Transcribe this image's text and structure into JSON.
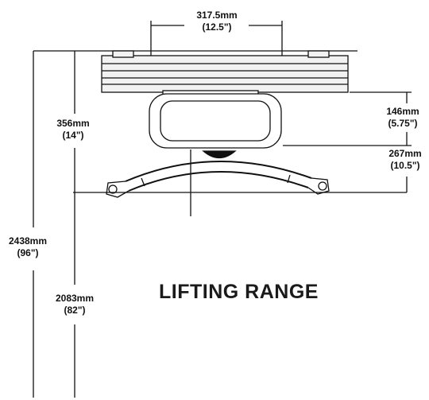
{
  "title": "LIFTING RANGE",
  "dimensions": {
    "rail_width": {
      "metric": "317.5mm",
      "imperial": "(12.5\")"
    },
    "ceiling_to_bar": {
      "metric": "356mm",
      "imperial": "(14\")"
    },
    "motor_height": {
      "metric": "146mm",
      "imperial": "(5.75\")"
    },
    "motor_to_bar": {
      "metric": "267mm",
      "imperial": "(10.5\")"
    },
    "total_height": {
      "metric": "2438mm",
      "imperial": "(96\")"
    },
    "lift_range": {
      "metric": "2083mm",
      "imperial": "(82\")"
    }
  },
  "colors": {
    "line": "#111111",
    "rail_fill": "#f2f2f2",
    "motor_fill": "#ffffff"
  }
}
